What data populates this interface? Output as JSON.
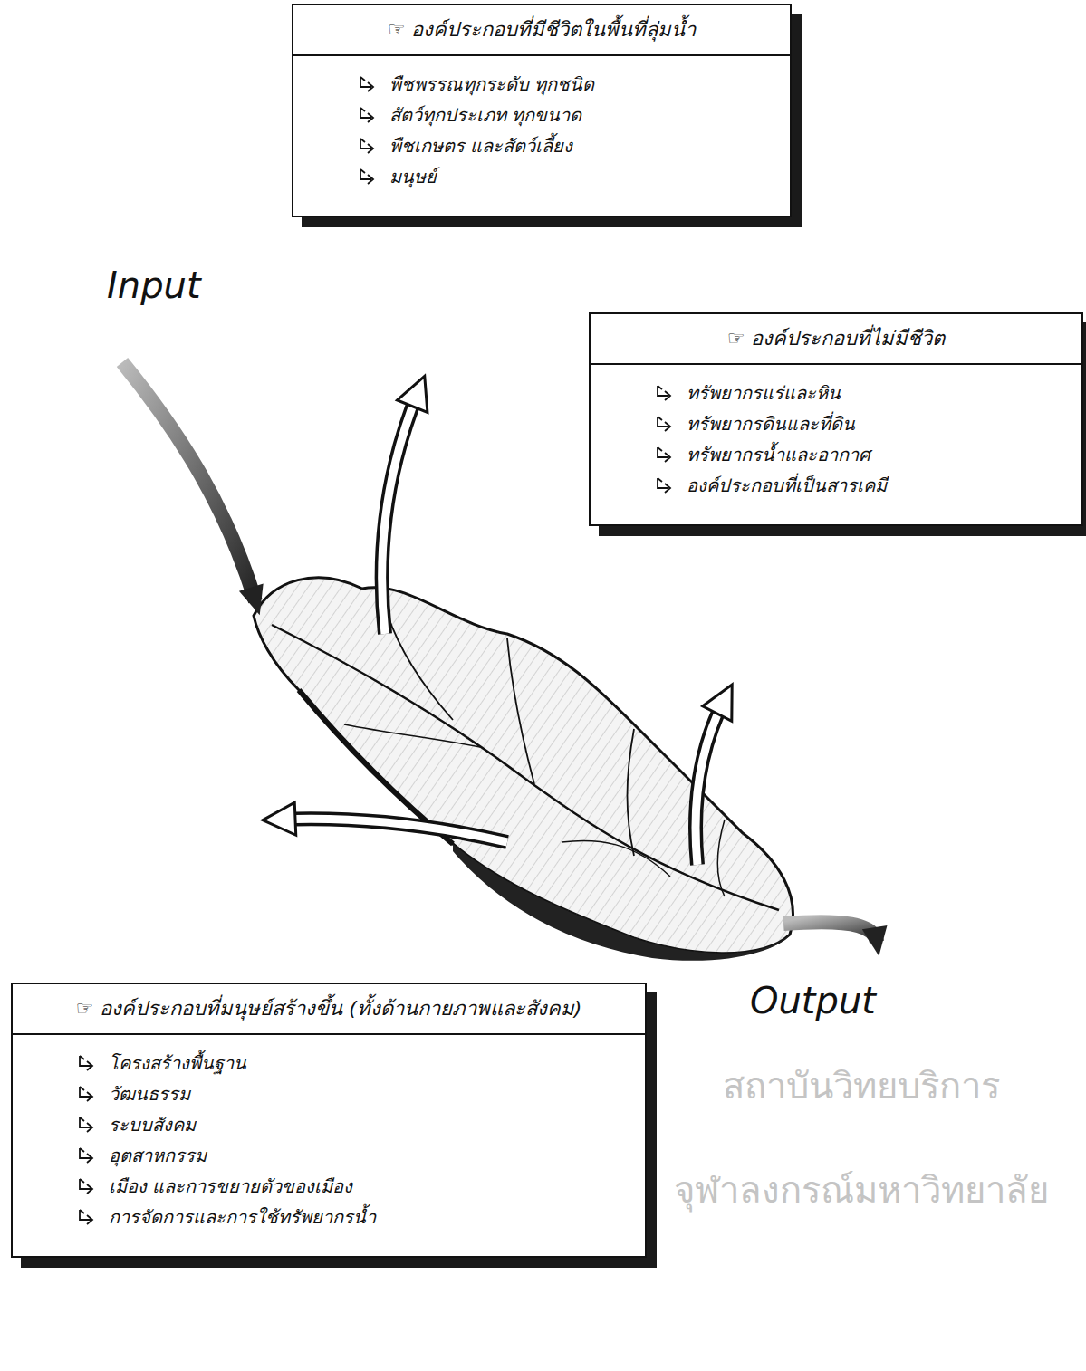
{
  "diagram": {
    "nodes": [
      {
        "text": [
          "☞ องค์ประกอบที่มีชีวิตในพื้นที่ลุ่มน้ำ",
          "พืชพรรณทุกระดับ ทุกชนิด",
          "สัตว์ทุกประเภท ทุกขนาด",
          "พืชเกษตร และสัตว์เลี้ยง",
          "มนุษย์"
        ]
      },
      {
        "text": [
          "☞ องค์ประกอบที่ไม่มีชีวิต",
          "ทรัพยากรแร่และหิน",
          "ทรัพยากรดินและที่ดิน",
          "ทรัพยากรน้ำและอากาศ",
          "องค์ประกอบที่เป็นสารเคมี"
        ]
      },
      {
        "text": [
          "☞ องค์ประกอบที่มนุษย์สร้างขึ้น (ทั้งด้านกายภาพและสังคม)",
          "โครงสร้างพื้นฐาน",
          "วัฒนธรรม",
          "ระบบสังคม",
          "อุตสาหกรรม",
          "เมือง และการขยายตัวของเมือง",
          "การจัดการและการใช้ทรัพยากรน้ำ"
        ]
      }
    ],
    "labels": [
      "Input",
      "Output",
      "สถาบันวิทยบริการ",
      "จุฬาลงกรณ์มหาวิทยาลัย"
    ]
  }
}
